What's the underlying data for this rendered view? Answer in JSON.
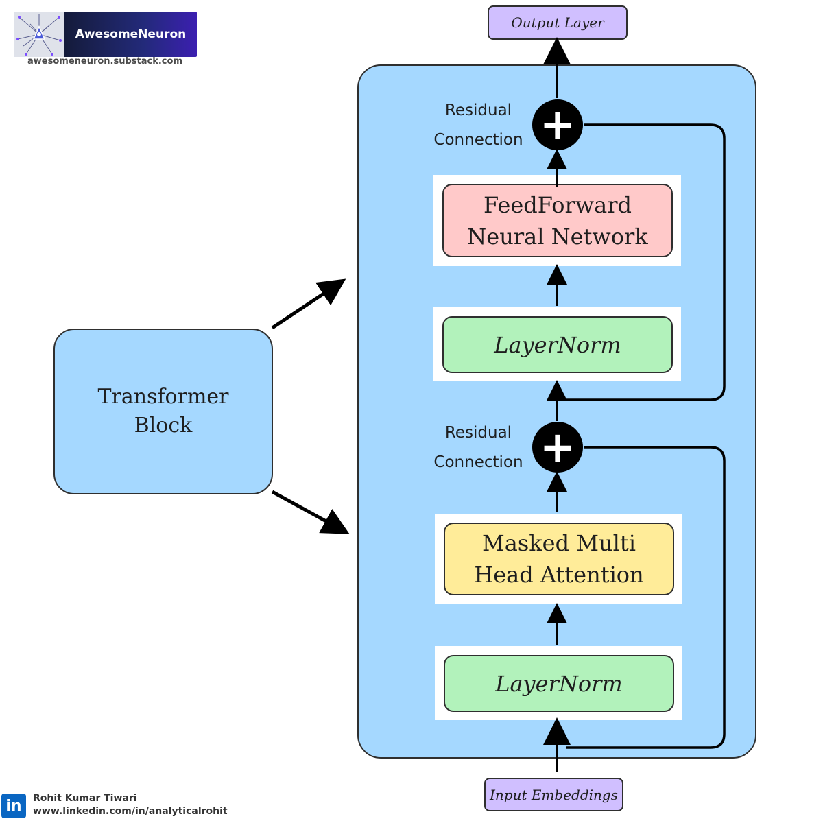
{
  "branding": {
    "name": "AwesomeNeuron",
    "url": "awesomeneuron.substack.com"
  },
  "left_block": {
    "label_line1": "Transformer",
    "label_line2": "Block"
  },
  "output": {
    "label": "Output Layer"
  },
  "input": {
    "label": "Input Embeddings"
  },
  "upper_sublayer": {
    "residual_line1": "Residual",
    "residual_line2": "Connection",
    "ffn_line1": "FeedForward",
    "ffn_line2": "Neural Network",
    "norm": "LayerNorm"
  },
  "lower_sublayer": {
    "residual_line1": "Residual",
    "residual_line2": "Connection",
    "attn_line1": "Masked Multi",
    "attn_line2": "Head Attention",
    "norm": "LayerNorm"
  },
  "plus_symbol": "+",
  "footer": {
    "linkedin_icon_text": "in",
    "author": "Rohit Kumar Tiwari",
    "profile": "www.linkedin.com/in/analyticalrohit"
  },
  "colors": {
    "panel": "#a5d8ff",
    "feedforward": "#ffc9c9",
    "layernorm": "#b2f2bb",
    "attention": "#ffec99",
    "io_pill": "#d0bfff"
  }
}
